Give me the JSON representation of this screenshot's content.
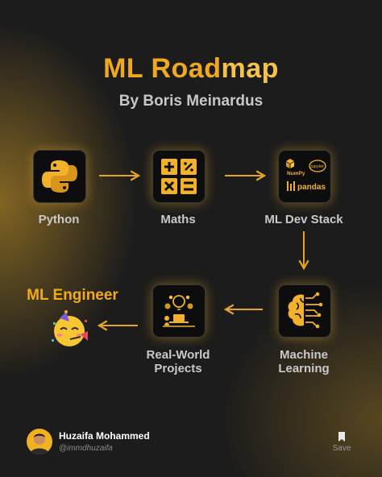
{
  "header": {
    "title_part1": "ML Road",
    "title_part2": "map",
    "subtitle": "By Boris Meinardus"
  },
  "steps": [
    {
      "label": "Python",
      "icon": "python-logo-icon"
    },
    {
      "label": "Maths",
      "icon": "calculator-icon"
    },
    {
      "label": "ML Dev Stack",
      "icon": "numpy-jupyter-pandas-logos",
      "logos": [
        "NumPy",
        "jupyter",
        "pandas"
      ]
    },
    {
      "label_line1": "Machine",
      "label_line2": "Learning",
      "icon": "brain-circuit-icon"
    },
    {
      "label_line1": "Real-World",
      "label_line2": "Projects",
      "icon": "project-ideas-icon"
    }
  ],
  "goal": {
    "label": "ML Engineer",
    "emoji": "partying-face-emoji"
  },
  "footer": {
    "author_name": "Huzaifa Mohammed",
    "author_handle": "@immdhuzaifa",
    "save_label": "Save"
  },
  "colors": {
    "accent": "#f0a91f",
    "accent_light": "#f6c24a",
    "background": "#1c1c1c",
    "label_gray": "#c9c9c9"
  }
}
